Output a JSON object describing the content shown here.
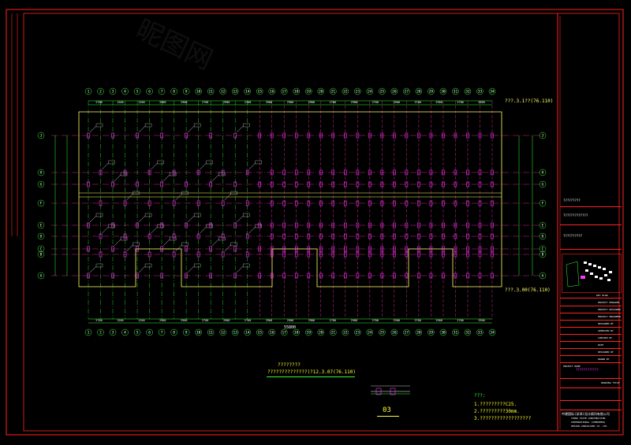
{
  "colors": {
    "background": "#000000",
    "frame": "#ff2222",
    "outline": "#ffff66",
    "grid_axis": "#33ff33",
    "grid_line": "#ff33aa",
    "column": "#ff33ff",
    "rebar_tag": "#ffffff",
    "note_yellow": "#ffff33",
    "dim_text": "#ffffff"
  },
  "plan": {
    "top_axes": [
      "1",
      "2",
      "3",
      "4",
      "5",
      "6",
      "7",
      "8",
      "9",
      "10",
      "11",
      "12",
      "13",
      "14",
      "15",
      "16",
      "17",
      "18",
      "19",
      "20",
      "21",
      "22",
      "23",
      "24",
      "25",
      "26",
      "27",
      "28",
      "29",
      "30",
      "31",
      "32",
      "33",
      "34"
    ],
    "left_axes": [
      "J",
      "H",
      "G",
      "F",
      "E",
      "D",
      "C",
      "B",
      "A"
    ],
    "top_dimensions": [
      "2700",
      "1200",
      "1200",
      "2900",
      "2900",
      "2700",
      "2900",
      "2700",
      "2900",
      "2900",
      "2900",
      "2700",
      "2900",
      "2700",
      "2900",
      "2700",
      "2900",
      "2700",
      "2900"
    ],
    "overall_dimension": "55800",
    "level_note_top": "???.3.1??(76.110)",
    "level_note_bottom": "???.3.00(76.110)"
  },
  "drawing_title": "??????????????(?12.3.07(76.110)",
  "drawing_title_line2": "????????",
  "sheet_number": "03",
  "notes": {
    "heading": "???:",
    "items": [
      "1.?????????C25.",
      "2.?????????30mm.",
      "3.??????????????????"
    ]
  },
  "title_block": {
    "rows": [
      "?????????",
      "?????????????",
      "??????????",
      "KEY PLAN",
      "PROJECT MANAGER",
      "PROJECT DESIGNED",
      "PROJECT ENGINEER",
      "DESIGNED BY",
      "APPROVED BY",
      "CHECKED BY",
      "DATE",
      "DESIGNED BY",
      "DRAWN BY",
      "PROJECT NAME"
    ],
    "stamp_text": "????????????",
    "sheet_title": "DRAWING TITLE",
    "company_cn": "中建国际(深圳)设计顾问有限公司",
    "company_en_1": "CHINA STATE CONSTRUCTION",
    "company_en_2": "INTERNATIONAL (SHENZHEN)",
    "company_en_3": "DESIGN CONSULTANT CO. LTD."
  },
  "watermark": "昵图网"
}
